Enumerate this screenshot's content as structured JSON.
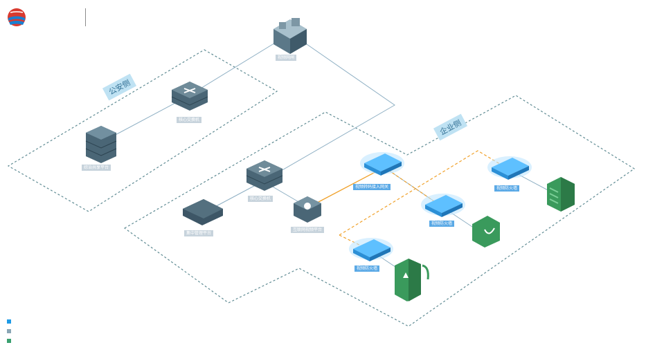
{
  "colors": {
    "zone_border": "#5f8b93",
    "link": "#8fb0c4",
    "link_orange": "#f0a12a",
    "dashed_orange": "#f0a12a",
    "device_dark": "#4a6676",
    "device_blue": "#3aa0e8",
    "device_green": "#3a9a5c",
    "legend": [
      "#1e9be6",
      "#8aa6b5",
      "#3aa070"
    ]
  },
  "zones": {
    "police": "公安侧",
    "enterprise": "企业侧"
  },
  "nodes": {
    "video_gateway": "视频网闸",
    "police_core_switch": "核心交换机",
    "police_platform": "综治共享平台",
    "ent_core_switch": "核心交换机",
    "central_platform": "集中管理平台",
    "networked_platform": "互联网视频平台",
    "access_gateway": "视频转码接入网关",
    "firewall_bottom": "视频防火墙",
    "firewall_mid": "视频防火墙",
    "firewall_right": "视频防火墙"
  },
  "icons": {
    "logo": "globe-logo-icon",
    "gateway": "gateway-device-icon",
    "switch": "network-switch-icon",
    "server": "server-rack-icon",
    "firewall": "firewall-appliance-icon",
    "gas": "gas-station-icon",
    "shopping": "shopping-bag-icon",
    "building": "office-building-icon"
  }
}
